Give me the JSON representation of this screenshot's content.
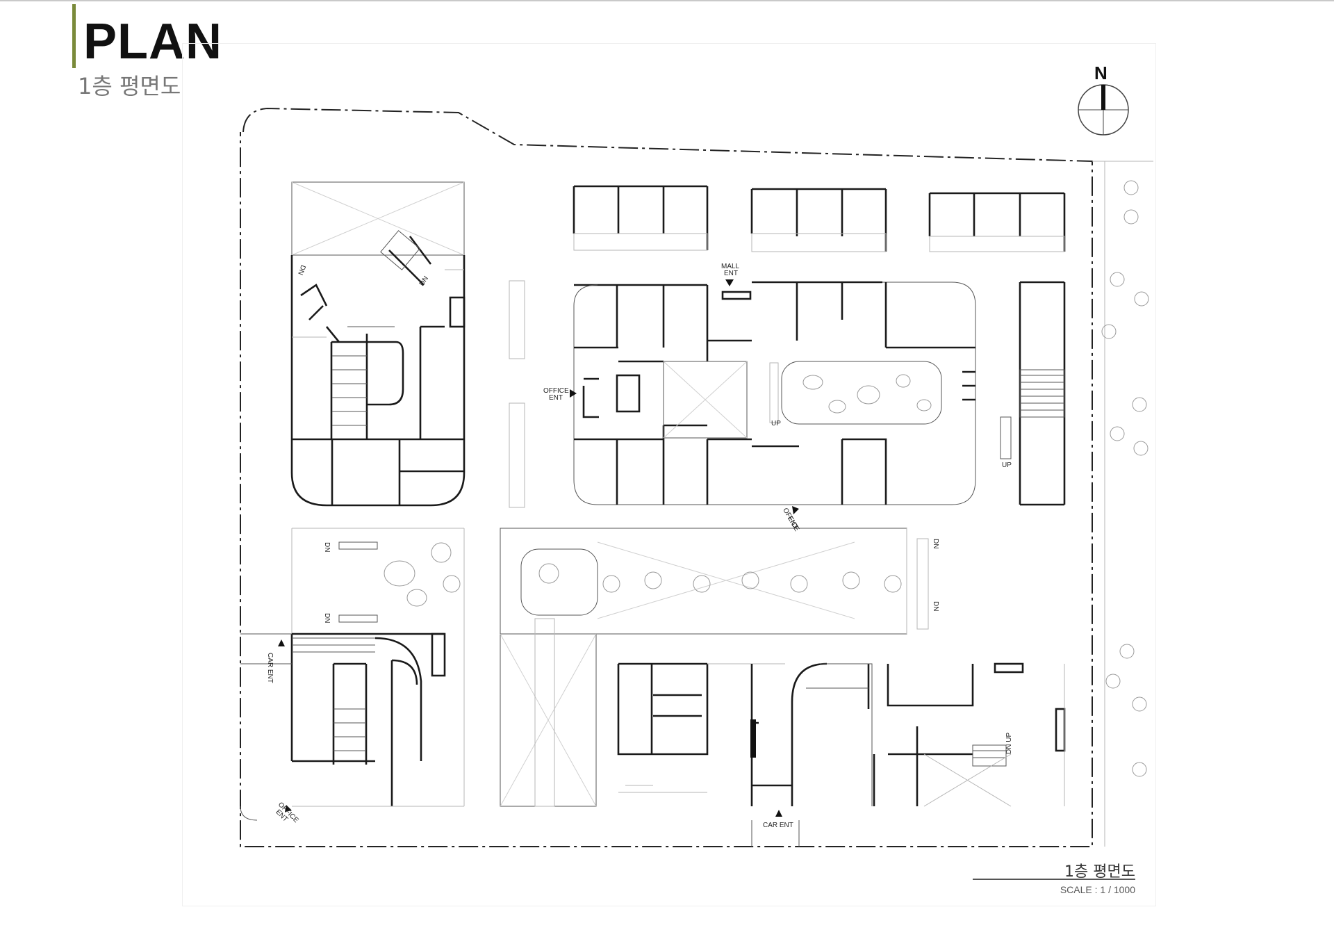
{
  "header": {
    "title": "PLAN",
    "subtitle": "1층 평면도",
    "accent_color": "#7a8a3a"
  },
  "north_arrow": {
    "label": "N",
    "icon": "north-arrow-icon"
  },
  "labels": {
    "mall_ent": [
      "MALL",
      "ENT"
    ],
    "office_ent": [
      "OFFICE",
      "ENT"
    ],
    "car_ent": "CAR ENT",
    "dn": "DN",
    "up": "UP",
    "dn_up": "DN UP"
  },
  "legend": {
    "title": "1층 평면도",
    "scale": "SCALE : 1 / 1000"
  }
}
